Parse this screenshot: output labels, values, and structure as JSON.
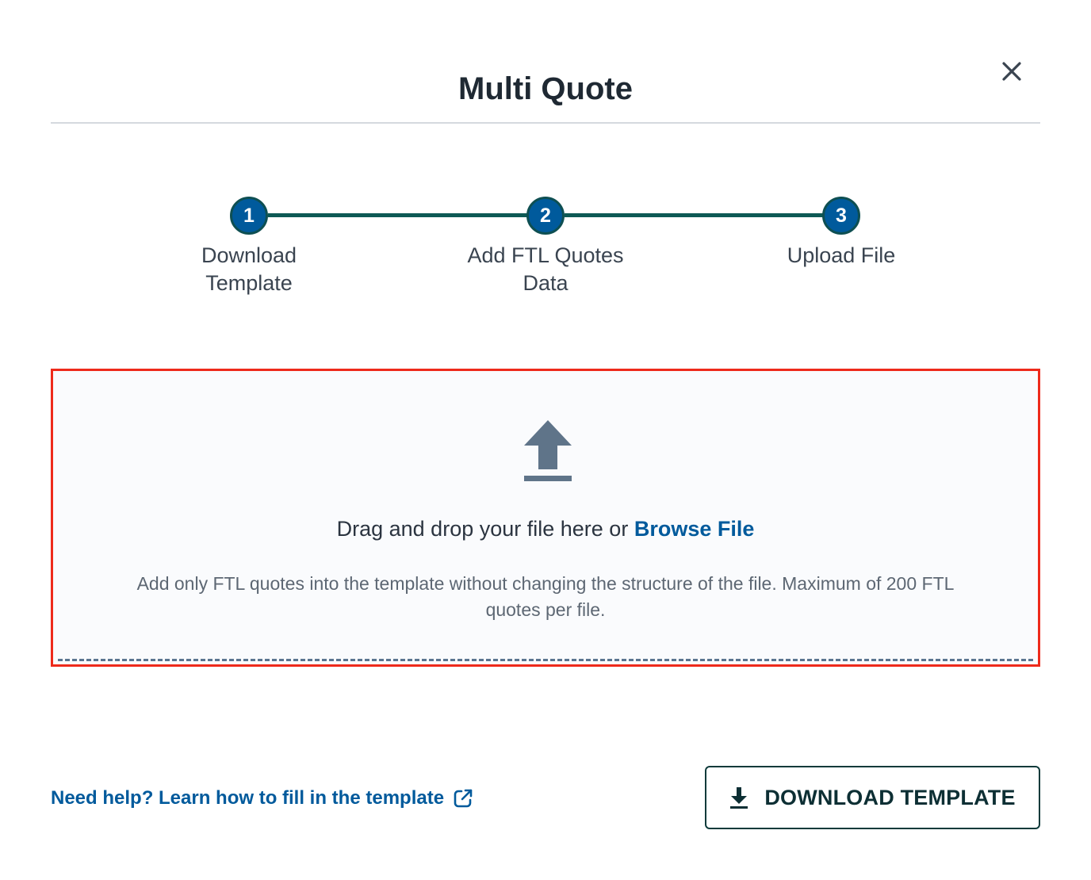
{
  "modal": {
    "title": "Multi Quote",
    "close_icon": "close-icon"
  },
  "stepper": {
    "steps": [
      {
        "number": "1",
        "label_line1": "Download",
        "label_line2": "Template"
      },
      {
        "number": "2",
        "label_line1": "Add FTL Quotes",
        "label_line2": "Data"
      },
      {
        "number": "3",
        "label_line1": "Upload File",
        "label_line2": ""
      }
    ],
    "colors": {
      "circle_fill": "#005a9c",
      "connector": "#0e5a55"
    }
  },
  "dropzone": {
    "icon": "upload-icon",
    "text_prefix": "Drag and drop your file here or",
    "browse_label": "Browse File",
    "hint": "Add only FTL quotes into the template without changing the structure of the file. Maximum of 200 FTL quotes per file.",
    "border_color": "#ee2a1b"
  },
  "footer": {
    "help_link": "Need help? Learn how to fill in the template",
    "help_icon": "external-link-icon",
    "download_button": "DOWNLOAD TEMPLATE",
    "download_icon": "download-icon"
  },
  "colors": {
    "accent": "#005a9c",
    "text": "#222b36"
  }
}
